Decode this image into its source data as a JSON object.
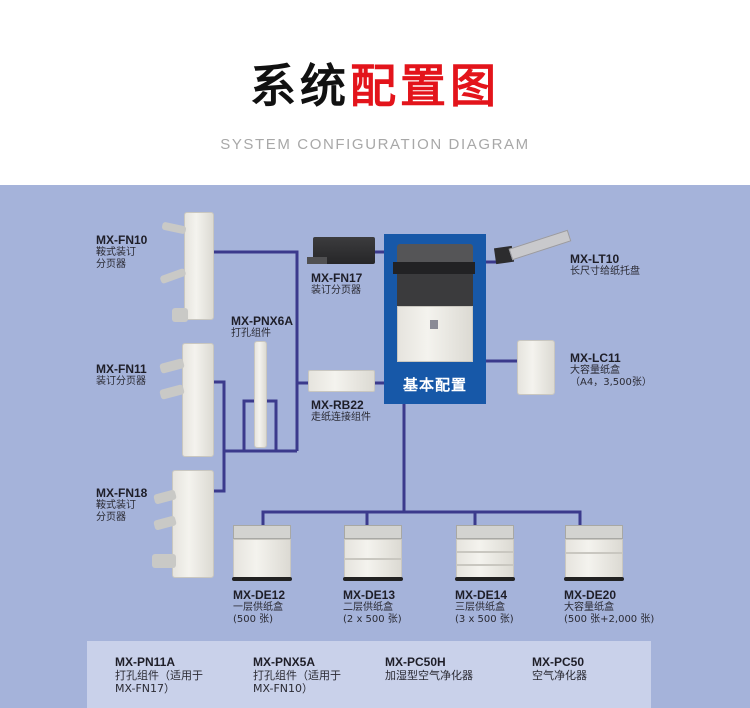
{
  "header": {
    "title_part1": "系统",
    "title_part2": "配置图",
    "subtitle": "SYSTEM CONFIGURATION DIAGRAM",
    "colors": {
      "title_black": "#111111",
      "title_red": "#e3141b",
      "subtitle": "#a8a8a8"
    }
  },
  "diagram": {
    "background": "#a5b3da",
    "line_color": "#3b3a8c",
    "main_unit": {
      "label": "基本配置",
      "color": "#1758a8"
    },
    "devices": [
      {
        "id": "mx-fn10",
        "model": "MX-FN10",
        "desc_lines": [
          "鞍式装订",
          "分页器"
        ]
      },
      {
        "id": "mx-pnx6a",
        "model": "MX-PNX6A",
        "desc_lines": [
          "打孔组件"
        ]
      },
      {
        "id": "mx-fn11",
        "model": "MX-FN11",
        "desc_lines": [
          "装订分页器"
        ]
      },
      {
        "id": "mx-fn18",
        "model": "MX-FN18",
        "desc_lines": [
          "鞍式装订",
          "分页器"
        ]
      },
      {
        "id": "mx-fn17",
        "model": "MX-FN17",
        "desc_lines": [
          "装订分页器"
        ]
      },
      {
        "id": "mx-rb22",
        "model": "MX-RB22",
        "desc_lines": [
          "走纸连接组件"
        ]
      },
      {
        "id": "mx-lt10",
        "model": "MX-LT10",
        "desc_lines": [
          "长尺寸给纸托盘"
        ]
      },
      {
        "id": "mx-lc11",
        "model": "MX-LC11",
        "desc_lines": [
          "大容量纸盒",
          "（A4，3,500张）"
        ]
      },
      {
        "id": "mx-de12",
        "model": "MX-DE12",
        "desc_lines": [
          "一层供纸盒",
          "(500 张)"
        ]
      },
      {
        "id": "mx-de13",
        "model": "MX-DE13",
        "desc_lines": [
          "二层供纸盒",
          "(2 x 500 张)"
        ]
      },
      {
        "id": "mx-de14",
        "model": "MX-DE14",
        "desc_lines": [
          "三层供纸盒",
          "(3 x 500 张)"
        ]
      },
      {
        "id": "mx-de20",
        "model": "MX-DE20",
        "desc_lines": [
          "大容量纸盒",
          "(500 张+2,000 张)"
        ]
      }
    ]
  },
  "options": [
    {
      "model": "MX-PN11A",
      "desc_lines": [
        "打孔组件（适用于",
        "MX-FN17）"
      ]
    },
    {
      "model": "MX-PNX5A",
      "desc_lines": [
        "打孔组件（适用于",
        "MX-FN10）"
      ]
    },
    {
      "model": "MX-PC50H",
      "desc_lines": [
        "加湿型空气净化器"
      ]
    },
    {
      "model": "MX-PC50",
      "desc_lines": [
        "空气净化器"
      ]
    }
  ]
}
